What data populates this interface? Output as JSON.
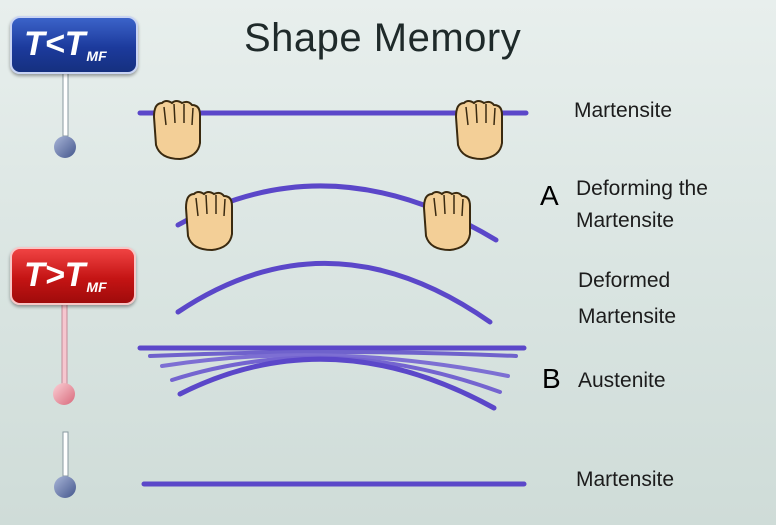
{
  "title": "Shape Memory",
  "badges": {
    "cold": {
      "main": "T<T",
      "sub": "MF"
    },
    "hot": {
      "main": "T>T",
      "sub": "MF"
    }
  },
  "labels": {
    "step1": "Martensite",
    "step2_line1": "Deforming the",
    "step2_line2": "Martensite",
    "step3_line1": "Deformed",
    "step3_line2": "Martensite",
    "step4": "Austenite",
    "step5": "Martensite"
  },
  "markers": {
    "a": "A",
    "b": "B"
  },
  "colors": {
    "wire": "#5b47c9",
    "cold_badge": "#1c3a9c",
    "hot_badge": "#c41414",
    "cold_bulb": "#5d6fa0",
    "hot_bulb": "#e58a98",
    "hand": "#f3cf97"
  },
  "icons": [
    "thermometer-cold-icon",
    "thermometer-hot-icon",
    "hand-icon"
  ]
}
